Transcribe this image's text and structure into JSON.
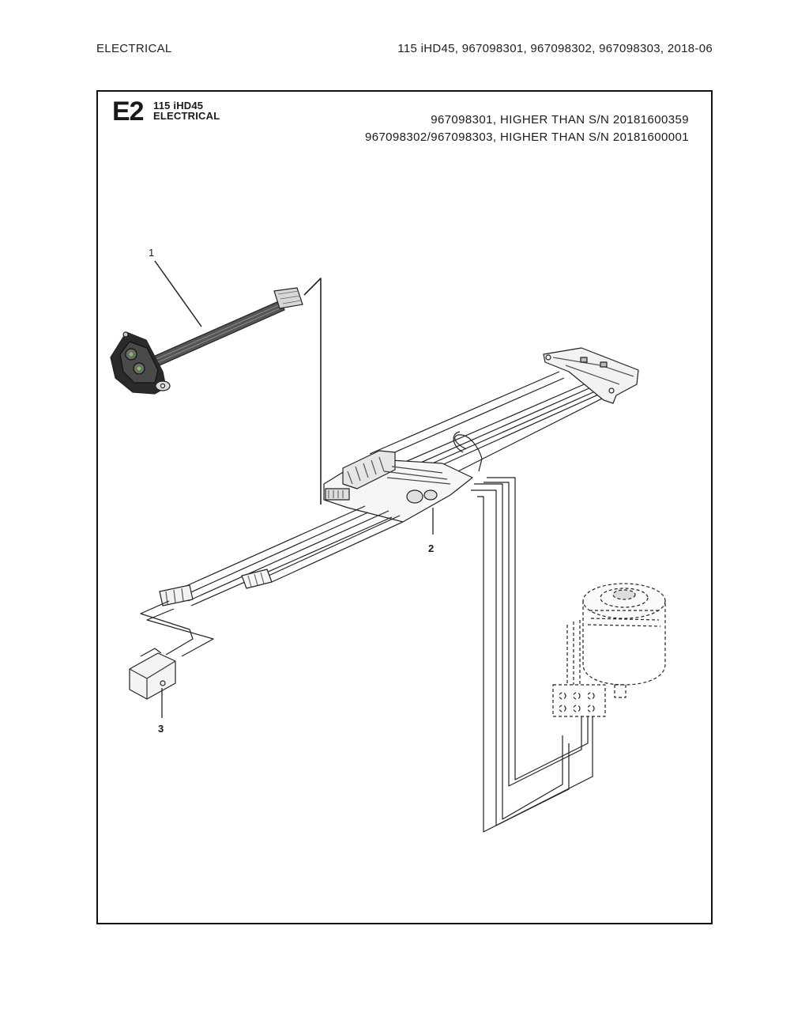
{
  "header": {
    "section": "ELECTRICAL",
    "model_info": "115 iHD45, 967098301, 967098302, 967098303, 2018-06"
  },
  "panel": {
    "code": "E2",
    "model": "115 iHD45",
    "title": "ELECTRICAL",
    "serial_lines": [
      "967098301, HIGHER THAN S/N 20181600359",
      "967098302/967098303, HIGHER THAN S/N 20181600001"
    ]
  },
  "callouts": [
    "1",
    "2",
    "3"
  ]
}
